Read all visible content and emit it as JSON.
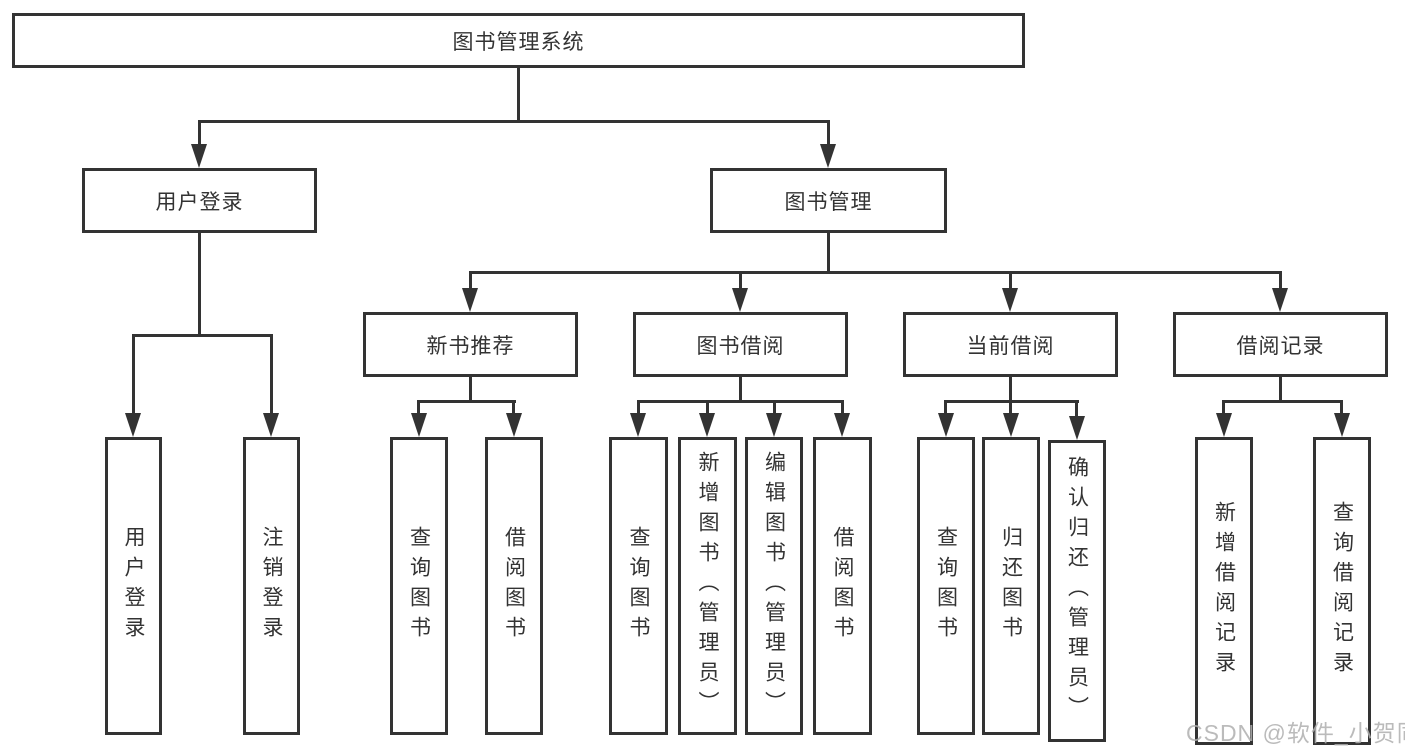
{
  "diagram": {
    "title_node": {
      "label": "图书管理系统"
    },
    "level2": [
      {
        "id": "user-login",
        "parent": "图书管理系统",
        "label": "用户登录"
      },
      {
        "id": "book-management",
        "parent": "图书管理系统",
        "label": "图书管理"
      }
    ],
    "level3": [
      {
        "id": "new-book-recommend",
        "parent": "图书管理",
        "label": "新书推荐"
      },
      {
        "id": "book-borrowing",
        "parent": "图书管理",
        "label": "图书借阅"
      },
      {
        "id": "current-borrowing",
        "parent": "图书管理",
        "label": "当前借阅"
      },
      {
        "id": "borrow-records",
        "parent": "图书管理",
        "label": "借阅记录"
      }
    ],
    "level4": [
      {
        "id": "user-login-leaf",
        "parent": "用户登录",
        "label": "用户登录"
      },
      {
        "id": "logout",
        "parent": "用户登录",
        "label": "注销登录"
      },
      {
        "id": "query-books-recommend",
        "parent": "新书推荐",
        "label": "查询图书"
      },
      {
        "id": "borrow-books-recommend",
        "parent": "新书推荐",
        "label": "借阅图书"
      },
      {
        "id": "query-books-borrowing",
        "parent": "图书借阅",
        "label": "查询图书"
      },
      {
        "id": "add-books-admin",
        "parent": "图书借阅",
        "label": "新增图书（管理员）"
      },
      {
        "id": "edit-books-admin",
        "parent": "图书借阅",
        "label": "编辑图书（管理员）"
      },
      {
        "id": "borrow-books-borrowing",
        "parent": "图书借阅",
        "label": "借阅图书"
      },
      {
        "id": "query-books-current",
        "parent": "当前借阅",
        "label": "查询图书"
      },
      {
        "id": "return-books",
        "parent": "当前借阅",
        "label": "归还图书"
      },
      {
        "id": "confirm-return-admin",
        "parent": "当前借阅",
        "label": "确认归还（管理员）"
      },
      {
        "id": "add-borrow-record",
        "parent": "借阅记录",
        "label": "新增借阅记录"
      },
      {
        "id": "query-borrow-record",
        "parent": "借阅记录",
        "label": "查询借阅记录"
      }
    ]
  },
  "watermark": {
    "text": "CSDN @软件_小贺同学"
  },
  "colors": {
    "line": "#333333",
    "box_border": "#333333",
    "text": "#333333",
    "background": "#ffffff",
    "watermark": "#b0b0b0"
  }
}
